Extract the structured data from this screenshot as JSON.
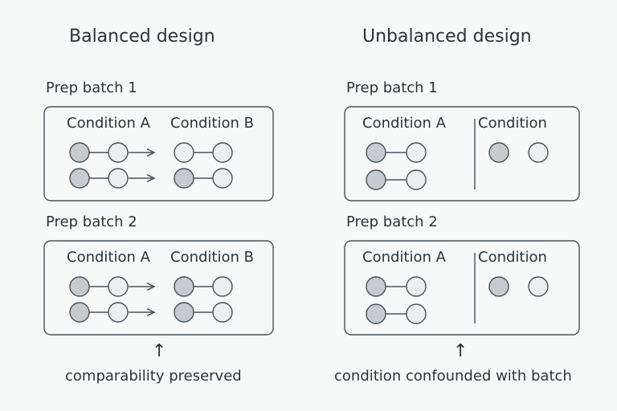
{
  "colors": {
    "background": "#f7f8f8",
    "stroke": "#4a5358",
    "dot_filled": "#c5cbcf",
    "dot_light": "#eceeef",
    "text": "#2b3438"
  },
  "left_panel": {
    "title": "Balanced design",
    "batch1": {
      "label": "Prep batch 1",
      "cond_a": "Condition A",
      "cond_b": "Condition B"
    },
    "batch2": {
      "label": "Prep batch 2",
      "cond_a": "Condition A",
      "cond_b": "Condition B"
    },
    "arrow": "↑",
    "caption": "comparability preserved"
  },
  "right_panel": {
    "title": "Unbalanced design",
    "batch1": {
      "label": "Prep batch 1",
      "cond_a": "Condition A",
      "cond_b": "Condition"
    },
    "batch2": {
      "label": "Prep batch 2",
      "cond_a": "Condition A",
      "cond_b": "Condition"
    },
    "arrow": "↑",
    "caption": "condition confounded with batch"
  }
}
